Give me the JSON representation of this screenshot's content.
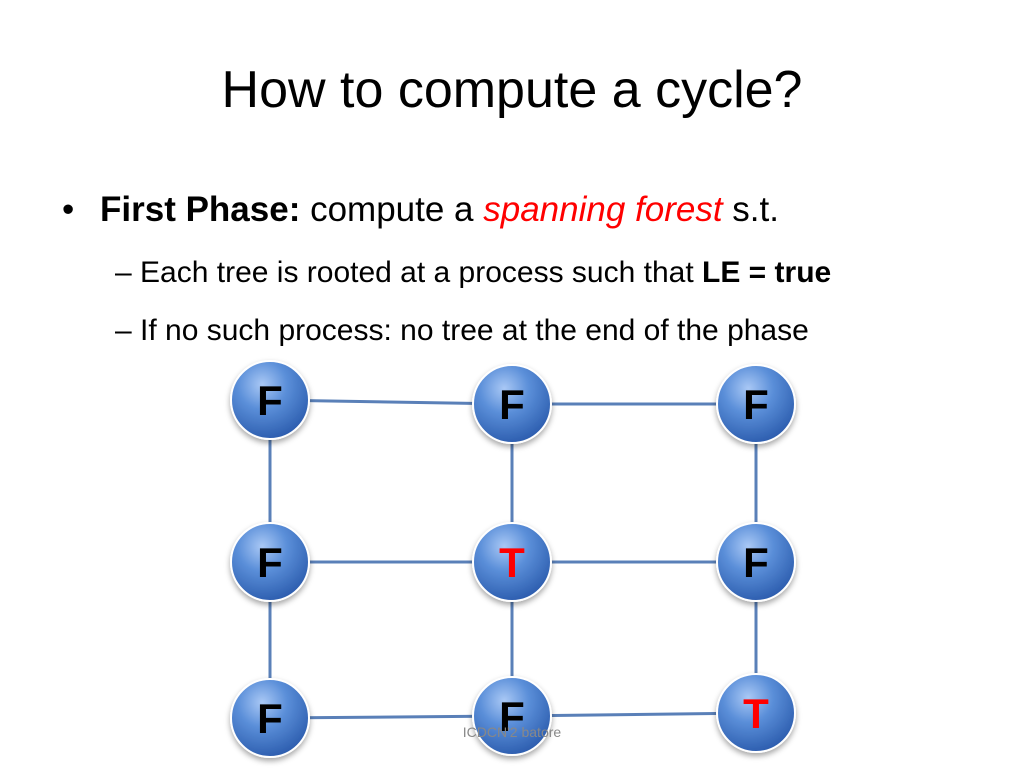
{
  "title": "How to compute a cycle?",
  "bullet": {
    "marker": "•",
    "bold": "First Phase:",
    "text1": " compute a ",
    "italic_red": "spanning forest",
    "text2": " s.t."
  },
  "sub1": {
    "dash": "– ",
    "text": "Each tree is rooted at a process such that ",
    "bold": "LE = true"
  },
  "sub2": {
    "dash": "– ",
    "text": "If no such process: no tree at the end of the phase"
  },
  "footer": "ICDCN'2   batore",
  "colors": {
    "node_fill": "#5b8fd9",
    "node_dark": "#2e5fb0",
    "edge": "#5a80b8",
    "label_false": "#000000",
    "label_true": "#ff0000"
  },
  "graph": {
    "nodes": [
      {
        "id": "n00",
        "label": "F"
      },
      {
        "id": "n01",
        "label": "F"
      },
      {
        "id": "n02",
        "label": "F"
      },
      {
        "id": "n10",
        "label": "F"
      },
      {
        "id": "n11",
        "label": "T"
      },
      {
        "id": "n12",
        "label": "F"
      },
      {
        "id": "n20",
        "label": "F"
      },
      {
        "id": "n21",
        "label": "F"
      },
      {
        "id": "n22",
        "label": "T"
      }
    ],
    "edges": [
      [
        "n00",
        "n01"
      ],
      [
        "n01",
        "n02"
      ],
      [
        "n10",
        "n11"
      ],
      [
        "n11",
        "n12"
      ],
      [
        "n20",
        "n21"
      ],
      [
        "n21",
        "n22"
      ],
      [
        "n00",
        "n10"
      ],
      [
        "n10",
        "n20"
      ],
      [
        "n01",
        "n11"
      ],
      [
        "n11",
        "n21"
      ],
      [
        "n02",
        "n12"
      ],
      [
        "n12",
        "n22"
      ]
    ]
  }
}
